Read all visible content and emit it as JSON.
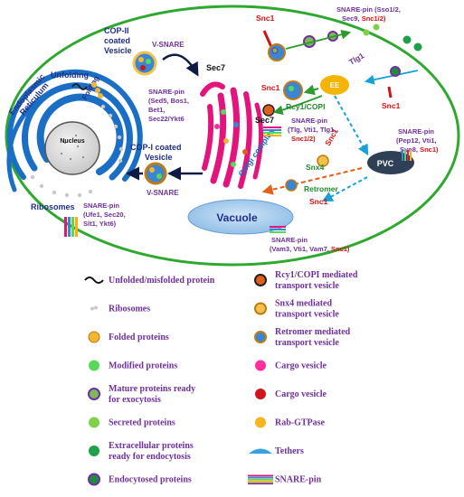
{
  "labels": {
    "er": [
      "Endoplasmic",
      "Reticulum"
    ],
    "unfolding": "Unfolding",
    "folding": "Folding",
    "nucleus": "Nucleus",
    "ribosomes": "Ribosomes",
    "copii": [
      "COP-II",
      "coated",
      "Vesicle"
    ],
    "copi": [
      "COP-I coated",
      "Vesicle"
    ],
    "vsnare_top": "V-SNARE",
    "vsnare_bottom": "V-SNARE",
    "sec7_top": "Sec7",
    "sec7_mid": "Sec7",
    "golgi": "Golgi complex",
    "snare_golgi": [
      "SNARE-pin",
      "(Sed5, Bos1,",
      "Bet1,",
      "Sec22/Ykt6"
    ],
    "snare_er": [
      "SNARE-pin",
      "(Ufe1, Sec20,",
      "Slt1, Ykt6)"
    ],
    "snare_pm": [
      "SNARE-pin (Sso1/2,",
      "Sec9, ",
      "Snc1/2)"
    ],
    "snare_ee": [
      "SNARE-pin",
      "(Tlg, Vti1, Tlg1,",
      "Snc1/2)"
    ],
    "snare_pvc": [
      "SNARE-pin",
      "(Pep12, Vti1,",
      "Syn8, ",
      "Snc1)"
    ],
    "snare_vac": [
      "SNARE-pin",
      "(Vam3, Vti1, Vam7, ",
      "Snc1)"
    ],
    "snc1_top": "Snc1",
    "snc1_right": "Snc1",
    "snc1_ee": "Snc1",
    "snc1_mid": "Snc1",
    "snc1_low": "Snc1",
    "tlg1": "Tlg1",
    "ee": "EE",
    "rcy1": "Rcy1/COPI",
    "snx4": "Snx4",
    "retromer": "Retromer",
    "pvc": "PVC",
    "vacuole": "Vacuole"
  },
  "legend_left": [
    {
      "icon": "line",
      "label": [
        "Unfolded/misfolded protein"
      ]
    },
    {
      "icon": "ribo",
      "label": [
        "Ribosomes"
      ]
    },
    {
      "icon": "folded",
      "color": "#f2b632",
      "label": [
        "Folded proteins"
      ]
    },
    {
      "icon": "dot",
      "color": "#57d957",
      "label": [
        "Modified proteins"
      ]
    },
    {
      "icon": "ring",
      "color": "#7fb85a",
      "ring": "#7030a0",
      "label": [
        "Mature proteins ready",
        "for exocytosis"
      ]
    },
    {
      "icon": "dot",
      "color": "#7fd14a",
      "label": [
        "Secreted proteins"
      ]
    },
    {
      "icon": "dot",
      "color": "#1fa04a",
      "label": [
        "Extracellular proteins",
        "ready for endocytosis"
      ]
    },
    {
      "icon": "ring",
      "color": "#1e8c3c",
      "ring": "#7030a0",
      "label": [
        "Endocytosed proteins"
      ]
    }
  ],
  "legend_right": [
    {
      "icon": "ring",
      "color": "#e0601a",
      "ring": "#222222",
      "label": [
        "Rcy1/COPI mediated",
        "transport vesicle"
      ]
    },
    {
      "icon": "ring",
      "color": "#f4c24a",
      "ring": "#c07a10",
      "label": [
        "Snx4 mediated",
        "transport vesicle"
      ]
    },
    {
      "icon": "ring",
      "color": "#3a86d4",
      "ring": "#c07a10",
      "label": [
        "Retromer mediated",
        "transport vesicle"
      ]
    },
    {
      "icon": "dot",
      "color": "#ff2fa0",
      "label": [
        "Cargo vesicle"
      ]
    },
    {
      "icon": "dot",
      "color": "#d0141a",
      "label": [
        "Cargo vesicle"
      ]
    },
    {
      "icon": "dot",
      "color": "#f7b51e",
      "label": [
        "Rab-GTPase"
      ]
    },
    {
      "icon": "tether",
      "label": [
        "Tethers"
      ]
    },
    {
      "icon": "snare",
      "label": [
        "SNARE-pin"
      ]
    }
  ],
  "colors": {
    "cell_border": "#2ea82e",
    "er": "#1a6fc4",
    "golgi": "#e3157d",
    "purple_text": "#7030a0",
    "red_text": "#e01010",
    "navy_text": "#1f2f8a",
    "green_text": "#1f8c2a",
    "orange_arrow": "#e0601a",
    "blue_arrow": "#18a0d8",
    "vacuole": "#a9cdee",
    "ee": "#f4b400",
    "pvc": "#2f3f55"
  }
}
